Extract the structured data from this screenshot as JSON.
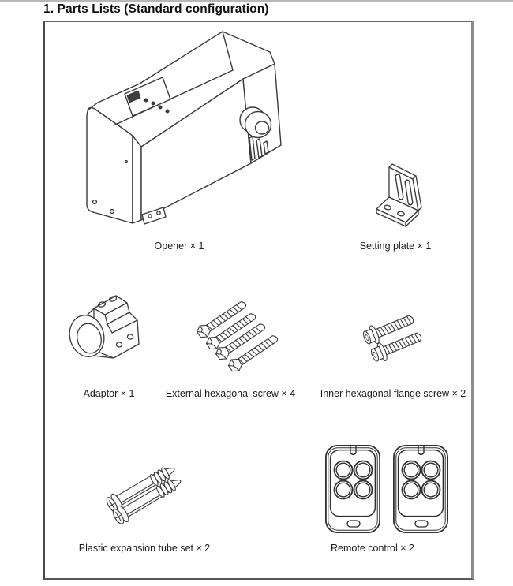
{
  "page": {
    "heading": "1. Parts Lists (Standard configuration)"
  },
  "parts": [
    {
      "label": "Opener × 1"
    },
    {
      "label": "Setting plate × 1"
    },
    {
      "label": "Adaptor × 1"
    },
    {
      "label": "External hexagonal screw × 4"
    },
    {
      "label": "Inner hexagonal flange screw × 2"
    },
    {
      "label": "Plastic expansion tube set × 2"
    },
    {
      "label": "Remote control × 2"
    }
  ],
  "colors": {
    "line_art": "#3a3a3a",
    "box_border": "#5a5a5a",
    "text": "#1c1c1c"
  }
}
